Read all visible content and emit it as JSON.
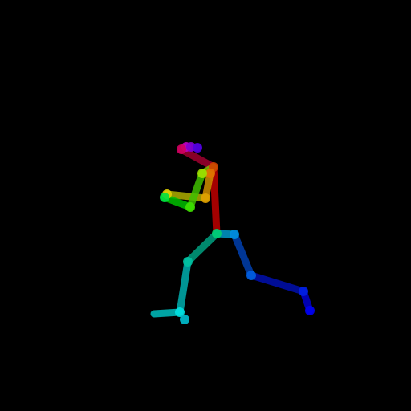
{
  "figure": {
    "kind": "pose-skeleton",
    "background": "#000000"
  },
  "skeleton": {
    "limbs": [
      {
        "name": "head-neck",
        "color": "#a00030"
      },
      {
        "name": "torso-upper",
        "color": "#c00000"
      },
      {
        "name": "right-shoulder",
        "color": "#d06000"
      },
      {
        "name": "right-upper-arm",
        "color": "#d09000"
      },
      {
        "name": "right-forearm",
        "color": "#b0b000"
      },
      {
        "name": "left-shoulder",
        "color": "#80c000"
      },
      {
        "name": "left-upper-arm",
        "color": "#40c000"
      },
      {
        "name": "left-forearm",
        "color": "#00c000"
      },
      {
        "name": "right-hip",
        "color": "#00b050"
      },
      {
        "name": "right-thigh",
        "color": "#00a080"
      },
      {
        "name": "right-shin",
        "color": "#00b0b0"
      },
      {
        "name": "right-foot",
        "color": "#00c0c0"
      },
      {
        "name": "left-hip",
        "color": "#0080c0"
      },
      {
        "name": "left-thigh",
        "color": "#0040b0"
      },
      {
        "name": "left-shin",
        "color": "#0010b0"
      },
      {
        "name": "left-foot",
        "color": "#0000d0"
      },
      {
        "name": "face-left",
        "color": "#9000a0"
      },
      {
        "name": "face-right",
        "color": "#6000c0"
      }
    ],
    "joints": [
      {
        "name": "nose",
        "color": "#c000c0"
      },
      {
        "name": "left-eye",
        "color": "#8000d0"
      },
      {
        "name": "right-eye",
        "color": "#5000e0"
      },
      {
        "name": "ear",
        "color": "#d00060"
      },
      {
        "name": "neck",
        "color": "#d04000"
      },
      {
        "name": "right-shoulder",
        "color": "#e07000"
      },
      {
        "name": "right-elbow",
        "color": "#e0a000"
      },
      {
        "name": "right-wrist",
        "color": "#e0d000"
      },
      {
        "name": "left-shoulder",
        "color": "#a0e000"
      },
      {
        "name": "left-elbow",
        "color": "#40e000"
      },
      {
        "name": "left-wrist",
        "color": "#00e040"
      },
      {
        "name": "right-hip",
        "color": "#00d070"
      },
      {
        "name": "right-knee",
        "color": "#00c0a0"
      },
      {
        "name": "right-ankle",
        "color": "#00e0e0"
      },
      {
        "name": "right-heel",
        "color": "#00c0d0"
      },
      {
        "name": "left-hip",
        "color": "#0090e0"
      },
      {
        "name": "left-knee",
        "color": "#0060e0"
      },
      {
        "name": "left-ankle",
        "color": "#0020e0"
      },
      {
        "name": "left-heel",
        "color": "#0000f0"
      }
    ]
  }
}
